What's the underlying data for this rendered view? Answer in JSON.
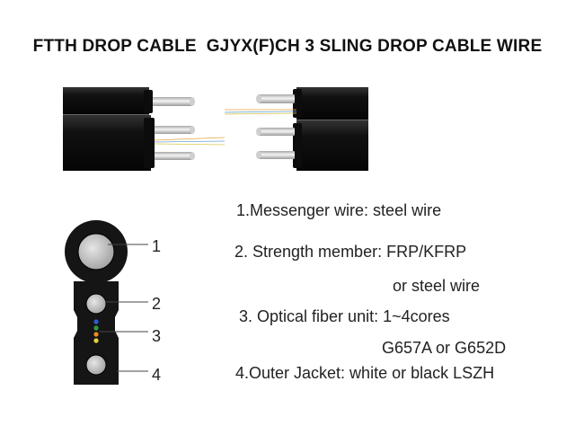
{
  "title": "FTTH DROP CABLE  GJYX(F)CH 3 SLING DROP CABLE WIRE",
  "callouts": [
    "1",
    "2",
    "3",
    "4"
  ],
  "descriptions": {
    "item1": "1.Messenger wire: steel wire",
    "item2": "2. Strength member: FRP/KFRP",
    "item2_cont": "or steel wire",
    "item3": "3. Optical fiber unit: 1~4cores",
    "item3_cont": "G657A or G652D",
    "item4": "4.Outer Jacket: white or black LSZH"
  },
  "colors": {
    "jacket": "#1a1a1a",
    "wire": "#d8d8d8",
    "fiber_blue": "#2a5bd7",
    "fiber_green": "#2e9e3f",
    "fiber_orange": "#f08a1c",
    "fiber_yellow": "#e8d23a"
  }
}
